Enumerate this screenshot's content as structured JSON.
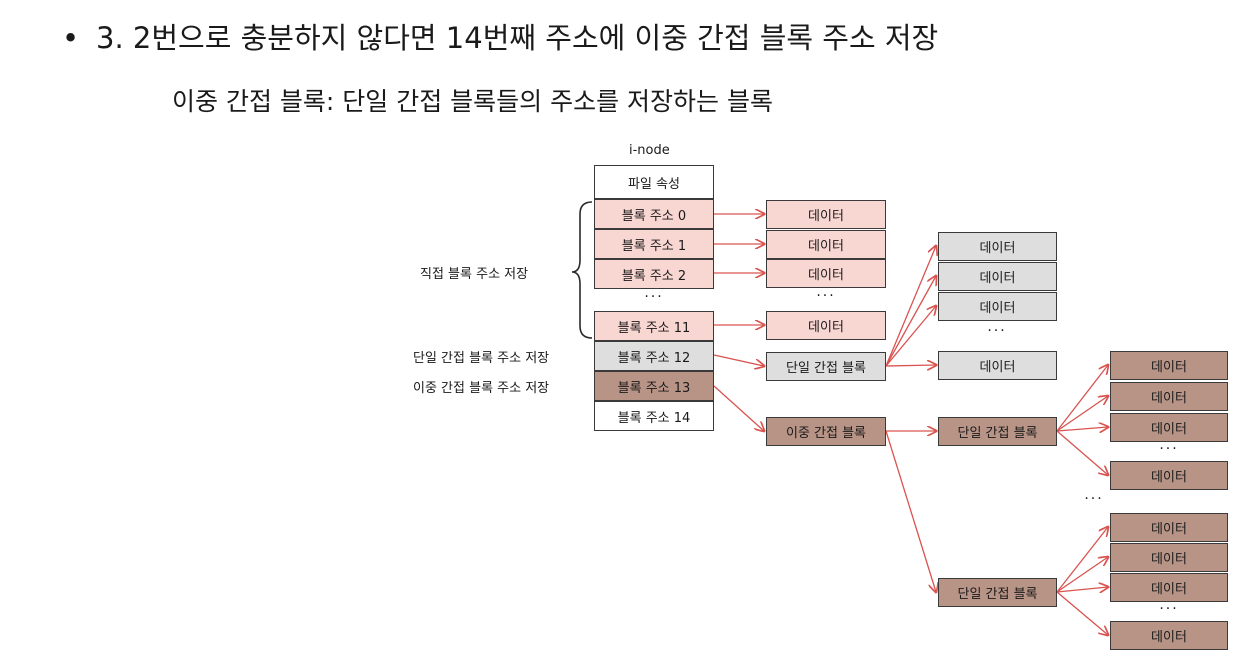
{
  "slide": {
    "bullet": "•",
    "heading": "3. 2번으로 충분하지 않다면 14번째 주소에 이중 간접 블록 주소 저장",
    "subheading": "이중 간접 블록: 단일 간접 블록들의 주소를 저장하는 블록"
  },
  "diagram": {
    "inode_title": "i-node",
    "file_attr": "파일 속성",
    "inode_rows": [
      "블록 주소 0",
      "블록 주소 1",
      "블록 주소 2",
      "블록 주소 11",
      "블록 주소 12",
      "블록 주소 13",
      "블록 주소 14"
    ],
    "labels": {
      "direct": "직접 블록 주소 저장",
      "single": "단일 간접 블록 주소 저장",
      "double": "이중 간접 블록 주소 저장"
    },
    "data_label": "데이터",
    "single_indirect": "단일 간접 블록",
    "double_indirect": "이중 간접 블록",
    "ellipsis": "···",
    "colors": {
      "direct": "#f8d6d2",
      "single": "#dedede",
      "double": "#b89486",
      "arrow": "#d9534f"
    }
  }
}
